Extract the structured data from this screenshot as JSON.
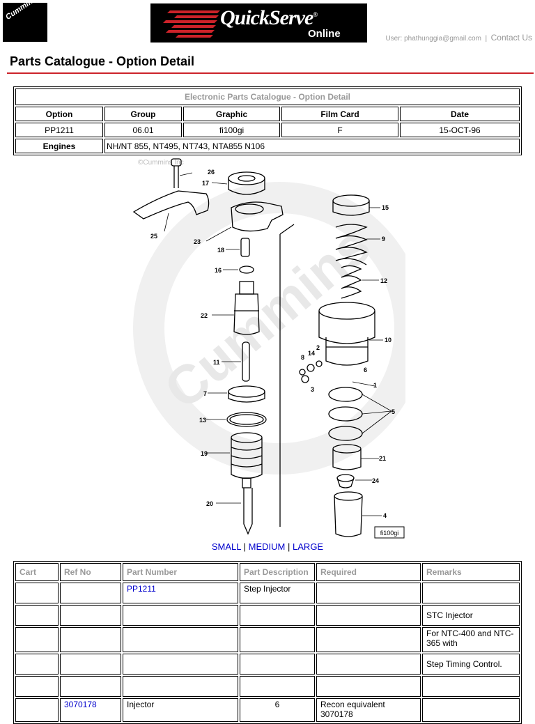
{
  "header": {
    "cummins_logo_text": "Cummins",
    "banner_title": "QuickServe",
    "banner_reg": "®",
    "banner_subtitle": "Online",
    "user_label": "User:",
    "user_email": "phathunggia@gmail.com",
    "separator": "|",
    "contact_label": "Contact Us"
  },
  "page_title": "Parts Catalogue - Option Detail",
  "accent_color": "#cc2229",
  "option_table": {
    "caption": "Electronic Parts Catalogue - Option Detail",
    "headers": [
      "Option",
      "Group",
      "Graphic",
      "Film Card",
      "Date"
    ],
    "values": [
      "PP1211",
      "06.01",
      "fi100gi",
      "F",
      "15-OCT-96"
    ],
    "engines_label": "Engines",
    "engines_value": "NH/NT 855, NT495, NT743, NTA855 N106"
  },
  "diagram": {
    "watermark": "©Cummins Inc",
    "graphic_label": "fi100gi",
    "callouts": [
      "26",
      "17",
      "25",
      "23",
      "18",
      "16",
      "22",
      "11",
      "7",
      "13",
      "19",
      "20",
      "15",
      "9",
      "12",
      "10",
      "2",
      "14",
      "8",
      "6",
      "3",
      "1",
      "5",
      "21",
      "24",
      "4"
    ]
  },
  "size_links": {
    "small": "SMALL",
    "medium": "MEDIUM",
    "large": "LARGE",
    "sep": "|"
  },
  "parts_table": {
    "headers": [
      "Cart",
      "Ref No",
      "Part Number",
      "Part Description",
      "Required",
      "Remarks"
    ],
    "rows": [
      {
        "cart": "",
        "ref": "",
        "part": "PP1211",
        "desc": "Step Injector",
        "req": "",
        "remarks": ""
      },
      {
        "cart": "",
        "ref": "",
        "part": "",
        "desc": "",
        "req": "",
        "remarks": "STC Injector"
      },
      {
        "cart": "",
        "ref": "",
        "part": "",
        "desc": "",
        "req": "",
        "remarks": "For NTC-400 and NTC-365 with"
      },
      {
        "cart": "",
        "ref": "",
        "part": "",
        "desc": "",
        "req": "",
        "remarks": "Step Timing Control."
      },
      {
        "cart": "",
        "ref": "",
        "part": "",
        "desc": "",
        "req": "",
        "remarks": ""
      },
      {
        "cart": "",
        "ref": "3070178",
        "part": "Injector",
        "desc": "6",
        "req": "Recon equivalent 3070178",
        "remarks": ""
      }
    ]
  }
}
